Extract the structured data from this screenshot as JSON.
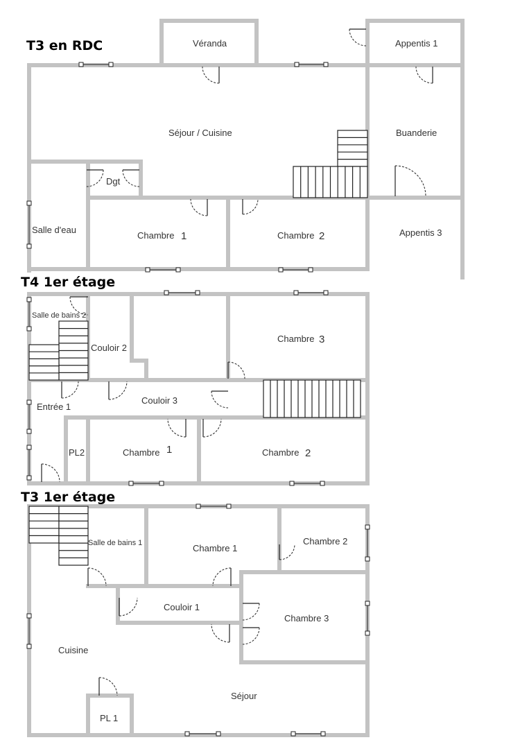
{
  "sections": [
    {
      "title": "T3 en RDC",
      "rooms": [
        "Véranda",
        "Appentis 1",
        "Séjour / Cuisine",
        "Buanderie",
        "Dgt",
        "Salle d'eau",
        "Chambre",
        "1",
        "Chambre",
        "2",
        "Appentis 3"
      ]
    },
    {
      "title": "T4 1er étage",
      "rooms": [
        "Salle de bains 2",
        "Couloir 2",
        "Chambre",
        "3",
        "Entrée 1",
        "Couloir 3",
        "PL2",
        "Chambre",
        "1",
        "Chambre",
        "2"
      ]
    },
    {
      "title": "T3 1er étage",
      "rooms": [
        "Salle de bains 1",
        "Chambre 1",
        "Chambre 2",
        "Couloir 1",
        "Chambre 3",
        "Cuisine",
        "Séjour",
        "PL 1"
      ]
    }
  ]
}
